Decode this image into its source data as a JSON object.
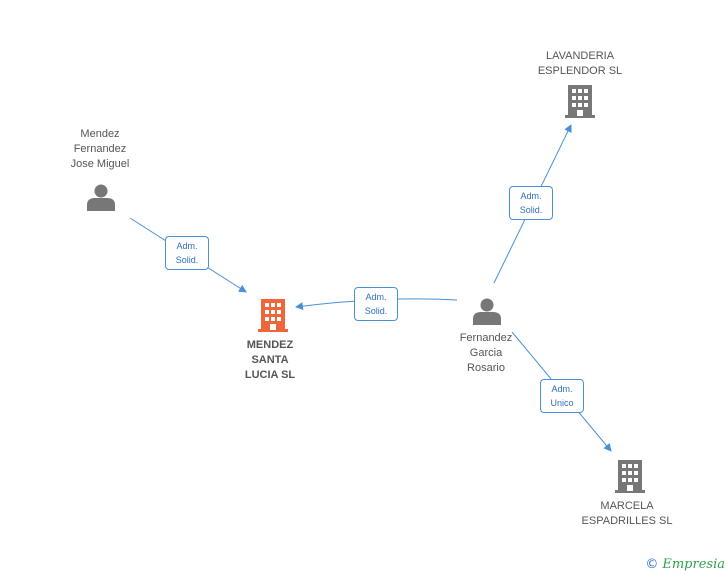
{
  "nodes": {
    "mendez_fernandez": {
      "label": "Mendez\nFernandez\nJose Miguel",
      "type": "person"
    },
    "fernandez_garcia": {
      "label": "Fernandez\nGarcia\nRosario",
      "type": "person"
    },
    "mendez_santa_lucia": {
      "label": "MENDEZ\nSANTA\nLUCIA SL",
      "type": "company",
      "focus": true
    },
    "lavanderia": {
      "label": "LAVANDERIA\nESPLENDOR SL",
      "type": "company"
    },
    "marcela": {
      "label": "MARCELA\nESPADRILLES SL",
      "type": "company"
    }
  },
  "edges": {
    "e1": {
      "line1": "Adm.",
      "line2": "Solid."
    },
    "e2": {
      "line1": "Adm.",
      "line2": "Solid."
    },
    "e3": {
      "line1": "Adm.",
      "line2": "Solid."
    },
    "e4": {
      "line1": "Adm.",
      "line2": "Unico"
    }
  },
  "brand": {
    "copyright": "©",
    "name": "Empresia"
  },
  "colors": {
    "edge": "#4a90d9",
    "person_icon": "#777777",
    "company_icon": "#777777",
    "focus_company_icon": "#f0663a"
  }
}
